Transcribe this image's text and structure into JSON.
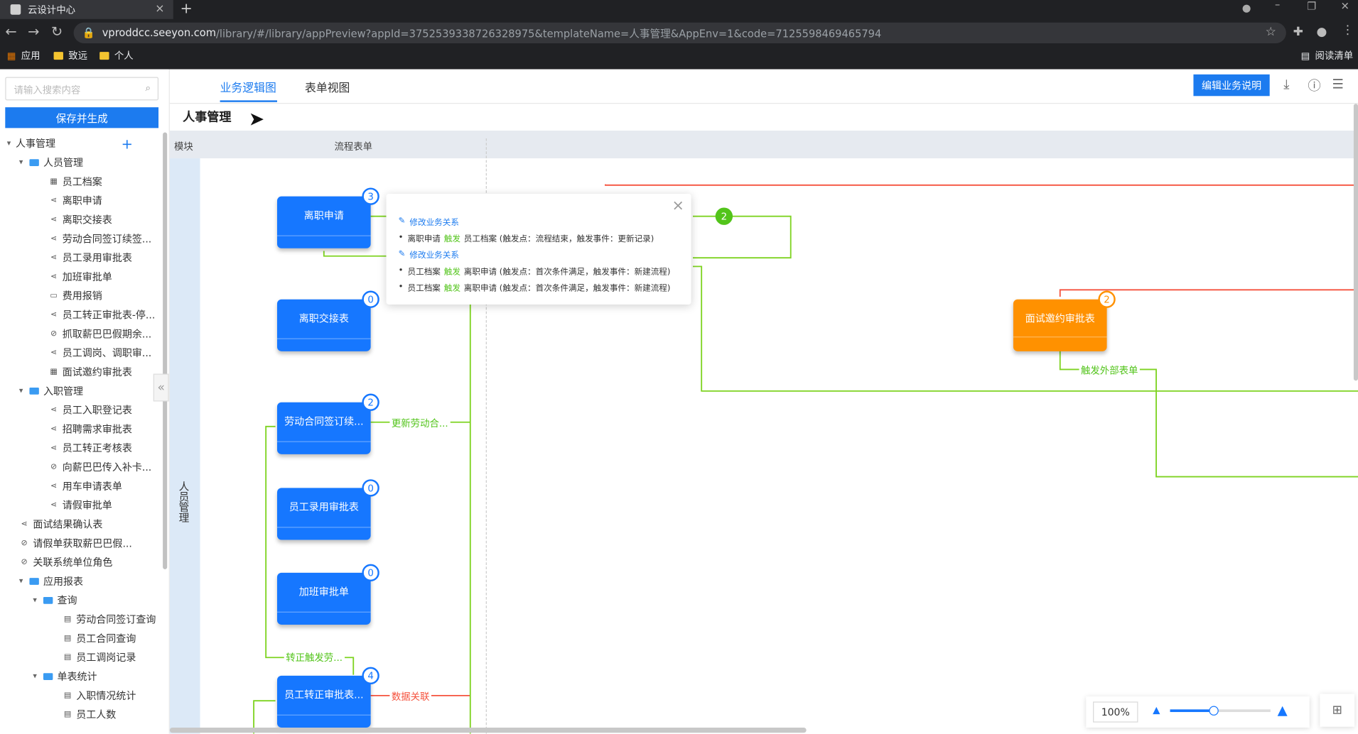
{
  "browser": {
    "tab_title": "云设计中心",
    "tab_close": "×",
    "new_tab": "+",
    "url_host": "vproddcc.seeyon.com",
    "url_path": "/library/#/library/appPreview?appId=3752539338726328975&templateName=人事管理&AppEnv=1&code=7125598469465794",
    "bookmarks": [
      "应用",
      "致远",
      "个人"
    ],
    "reading_list": "阅读清单"
  },
  "sidebar": {
    "search_placeholder": "请输入搜索内容",
    "save_button": "保存并生成",
    "tree": [
      {
        "label": "人事管理",
        "level": 0,
        "icon": "caret",
        "add": "+"
      },
      {
        "label": "人员管理",
        "level": 1,
        "icon": "folder"
      },
      {
        "label": "员工档案",
        "level": 2,
        "icon": "table"
      },
      {
        "label": "离职申请",
        "level": 2,
        "icon": "flow"
      },
      {
        "label": "离职交接表",
        "level": 2,
        "icon": "flow"
      },
      {
        "label": "劳动合同签订续签...",
        "level": 2,
        "icon": "flow"
      },
      {
        "label": "员工录用审批表",
        "level": 2,
        "icon": "flow"
      },
      {
        "label": "加班审批单",
        "level": 2,
        "icon": "flow"
      },
      {
        "label": "费用报销",
        "level": 2,
        "icon": "doc"
      },
      {
        "label": "员工转正审批表-停...",
        "level": 2,
        "icon": "flow"
      },
      {
        "label": "抓取薪巴巴假期余...",
        "level": 2,
        "icon": "link"
      },
      {
        "label": "员工调岗、调职审...",
        "level": 2,
        "icon": "flow"
      },
      {
        "label": "面试邀约审批表",
        "level": 2,
        "icon": "table"
      },
      {
        "label": "入职管理",
        "level": 1,
        "icon": "folder"
      },
      {
        "label": "员工入职登记表",
        "level": 2,
        "icon": "flow"
      },
      {
        "label": "招聘需求审批表",
        "level": 2,
        "icon": "flow"
      },
      {
        "label": "员工转正考核表",
        "level": 2,
        "icon": "flow"
      },
      {
        "label": "向薪巴巴传入补卡...",
        "level": 2,
        "icon": "link"
      },
      {
        "label": "用车申请表单",
        "level": 2,
        "icon": "flow"
      },
      {
        "label": "请假审批单",
        "level": 2,
        "icon": "flow"
      },
      {
        "label": "面试结果确认表",
        "level": 1,
        "icon": "flow"
      },
      {
        "label": "请假单获取薪巴巴假...",
        "level": 1,
        "icon": "link"
      },
      {
        "label": "关联系统单位角色",
        "level": 1,
        "icon": "link"
      },
      {
        "label": "应用报表",
        "level": 1,
        "icon": "folder"
      },
      {
        "label": "查询",
        "level": 2,
        "icon": "folder"
      },
      {
        "label": "劳动合同签订查询",
        "level": 3,
        "icon": "report"
      },
      {
        "label": "员工合同查询",
        "level": 3,
        "icon": "report"
      },
      {
        "label": "员工调岗记录",
        "level": 3,
        "icon": "report"
      },
      {
        "label": "单表统计",
        "level": 2,
        "icon": "folder"
      },
      {
        "label": "入职情况统计",
        "level": 3,
        "icon": "report"
      },
      {
        "label": "员工人数",
        "level": 3,
        "icon": "report"
      }
    ]
  },
  "main": {
    "tabs": [
      "业务逻辑图",
      "表单视图"
    ],
    "edit_button": "编辑业务说明",
    "page_title": "人事管理",
    "col_module": "模块",
    "col_flow": "流程表单",
    "module_name": "人员管理",
    "nodes": [
      {
        "label": "离职申请",
        "count": "3"
      },
      {
        "label": "离职交接表",
        "count": "0"
      },
      {
        "label": "劳动合同签订续...",
        "count": "2"
      },
      {
        "label": "员工录用审批表",
        "count": "0"
      },
      {
        "label": "加班审批单",
        "count": "0"
      },
      {
        "label": "员工转正审批表...",
        "count": "4"
      },
      {
        "label": "面试邀约审批表",
        "count": "2"
      }
    ],
    "edge_labels": {
      "update_contract": "更新劳动合...",
      "trigger_external": "触发外部表单",
      "regularize_trigger": "转正触发劳...",
      "data_link": "数据关联",
      "green_count": "2"
    },
    "popup": {
      "link1": "修改业务关系",
      "row1": {
        "a": "离职申请",
        "verb": "触发",
        "b": "员工档案",
        "detail": "(触发点：流程结束，触发事件：更新记录)"
      },
      "link2": "修改业务关系",
      "row2": {
        "a": "员工档案",
        "verb": "触发",
        "b": "离职申请",
        "detail": "(触发点：首次条件满足，触发事件：新建流程)"
      },
      "row3": {
        "a": "员工档案",
        "verb": "触发",
        "b": "离职申请",
        "detail": "(触发点：首次条件满足，触发事件：新建流程)"
      }
    },
    "zoom": "100%"
  },
  "colors": {
    "primary": "#1677ff",
    "orange": "#ff9100",
    "green": "#52c41a",
    "red": "#f5523d"
  }
}
